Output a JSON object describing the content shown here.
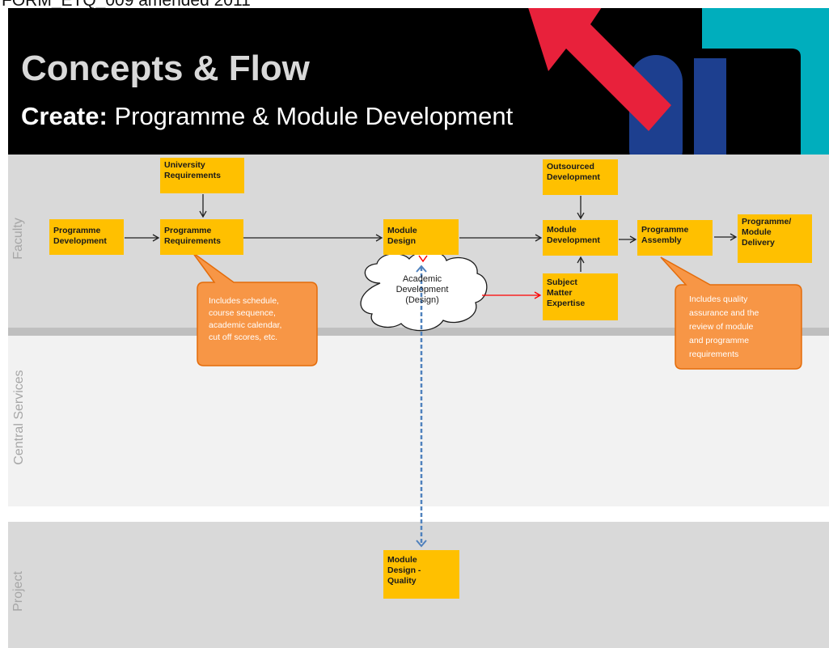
{
  "document": {
    "header": "FORM_ETQ_009 amended 2011"
  },
  "banner": {
    "title": "Concepts & Flow",
    "subtitle_prefix": "Create:",
    "subtitle_rest": " Programme & Module Development"
  },
  "lanes": {
    "faculty": "Faculty",
    "central": "Central Services",
    "project": "Project"
  },
  "boxes": {
    "university_requirements": [
      "University",
      "Requirements"
    ],
    "programme_development": [
      "Programme",
      "Development"
    ],
    "programme_requirements": [
      "Programme",
      "Requirements"
    ],
    "module_design": [
      "Module",
      "Design"
    ],
    "outsourced_development": [
      "Outsourced",
      "Development"
    ],
    "module_development": [
      "Module",
      "Development"
    ],
    "programme_assembly": [
      "Programme",
      "Assembly"
    ],
    "programme_module_delivery": [
      "Programme/",
      "Module",
      "Delivery"
    ],
    "subject_matter_expertise": [
      "Subject",
      "Matter",
      "Expertise"
    ],
    "module_design_quality": [
      "Module",
      "Design -",
      "Quality"
    ]
  },
  "cloud": [
    "Academic",
    "Development",
    "(Design)"
  ],
  "callouts": {
    "requirements_note": [
      "Includes schedule,",
      "course sequence,",
      "academic calendar,",
      "cut off scores, etc."
    ],
    "assembly_note": [
      "Includes quality",
      "assurance and the",
      "review of module",
      "and programme",
      "requirements"
    ]
  },
  "colors": {
    "box_fill": "#ffc000",
    "callout_fill": "#f79646",
    "callout_border": "#e46c0a",
    "banner_red": "#e8213b",
    "banner_blue": "#1d3f8f",
    "banner_teal": "#00aebd",
    "dashed_link": "#4f81bd",
    "red_arrow": "#ff0000"
  }
}
